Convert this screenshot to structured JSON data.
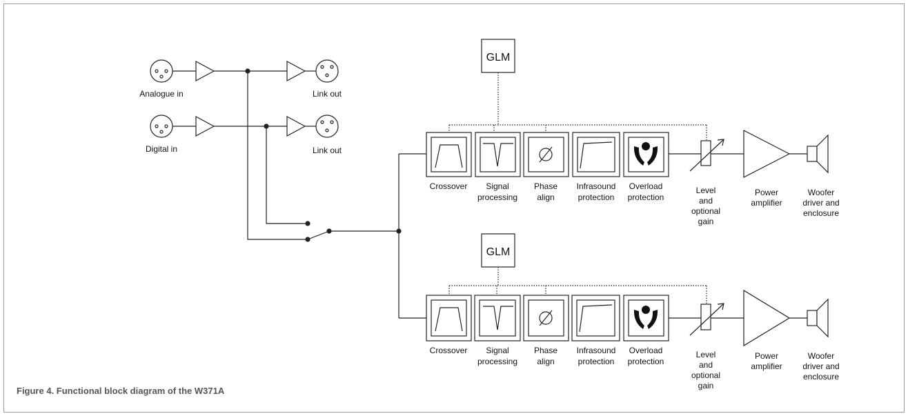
{
  "inputs": {
    "analogue_in": "Analogue in",
    "digital_in": "Digital in",
    "link_out_1": "Link out",
    "link_out_2": "Link out"
  },
  "channels": [
    {
      "glm": "GLM",
      "crossover": [
        "Crossover"
      ],
      "signal_processing": [
        "Signal",
        "processing"
      ],
      "phase_align": [
        "Phase",
        "align"
      ],
      "infrasound": [
        "Infrasound",
        "protection"
      ],
      "overload": [
        "Overload",
        "protection"
      ],
      "level": [
        "Level",
        "and",
        "optional",
        "gain"
      ],
      "power": [
        "Power",
        "amplifier"
      ],
      "woofer": [
        "Woofer",
        "driver and",
        "enclosure"
      ]
    },
    {
      "glm": "GLM",
      "crossover": [
        "Crossover"
      ],
      "signal_processing": [
        "Signal",
        "processing"
      ],
      "phase_align": [
        "Phase",
        "align"
      ],
      "infrasound": [
        "Infrasound",
        "protection"
      ],
      "overload": [
        "Overload",
        "protection"
      ],
      "level": [
        "Level",
        "and",
        "optional",
        "gain"
      ],
      "power": [
        "Power",
        "amplifier"
      ],
      "woofer": [
        "Woofer",
        "driver and",
        "enclosure"
      ]
    }
  ],
  "caption": "Figure 4. Functional block diagram of the W371A",
  "colors": {
    "frame": "#9a9a9a",
    "line": "#222222",
    "caption": "#555555"
  }
}
